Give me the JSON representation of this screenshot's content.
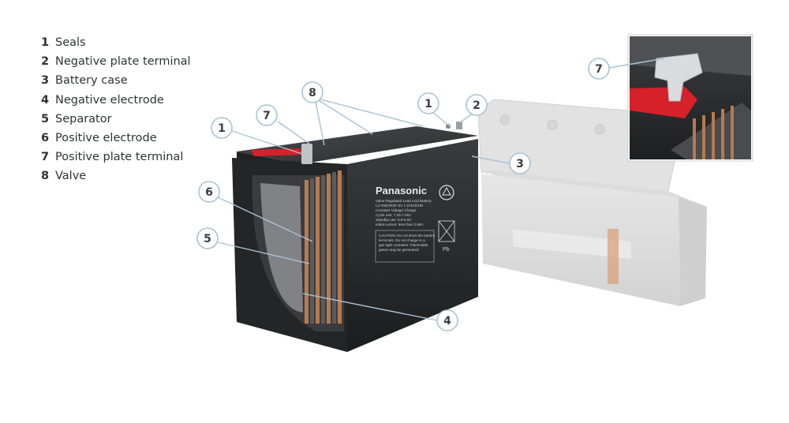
{
  "legend": [
    {
      "num": "1",
      "label": "Seals"
    },
    {
      "num": "2",
      "label": "Negative plate terminal"
    },
    {
      "num": "3",
      "label": "Battery case"
    },
    {
      "num": "4",
      "label": "Negative electrode"
    },
    {
      "num": "5",
      "label": "Separator"
    },
    {
      "num": "6",
      "label": "Positive electrode"
    },
    {
      "num": "7",
      "label": "Positive plate terminal"
    },
    {
      "num": "8",
      "label": "Valve"
    }
  ],
  "callouts": [
    {
      "id": "callout-1-left",
      "num": "1"
    },
    {
      "id": "callout-7-top",
      "num": "7"
    },
    {
      "id": "callout-8",
      "num": "8"
    },
    {
      "id": "callout-1-right",
      "num": "1"
    },
    {
      "id": "callout-2",
      "num": "2"
    },
    {
      "id": "callout-3",
      "num": "3"
    },
    {
      "id": "callout-6",
      "num": "6"
    },
    {
      "id": "callout-5",
      "num": "5"
    },
    {
      "id": "callout-4",
      "num": "4"
    },
    {
      "id": "callout-7-inset",
      "num": "7"
    }
  ],
  "battery_label": {
    "brand": "Panasonic",
    "lines": [
      "Valve Regulated Lead Acid Battery",
      "LC-R067R2P  6V 7.2Ah/20HR",
      "Constant Voltage Charge",
      "Cycle use: 7.25-7.45V",
      "Standby use: 6.8-6.9V",
      "Initial current: less than 2.88A",
      "CAUTION: Do not short the battery",
      "terminals. Do not charge in a",
      "gas tight container. Flammable",
      "gases may be generated."
    ],
    "recycle": "Pb"
  },
  "colors": {
    "case": "#2a2b2d",
    "red_terminal": "#d6202a",
    "callout_line": "#a9c3d4",
    "callout_fill": "#ffffff",
    "copper": "#b77a4d"
  }
}
